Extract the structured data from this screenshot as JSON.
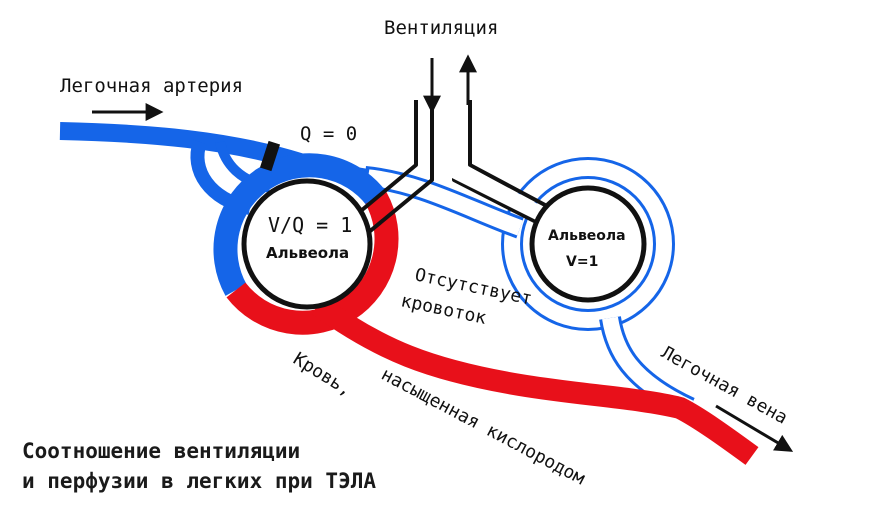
{
  "colors": {
    "artery_blue": "#1565e8",
    "oxygenated_red": "#e8101a",
    "outline": "#111111",
    "background": "#ffffff"
  },
  "labels": {
    "ventilation": "Вентиляция",
    "pulmonary_artery": "Легочная артерия",
    "q_zero": "Q = 0",
    "vq_one": "V/Q = 1",
    "alveola_left": "Альвеола",
    "alveola_right": "Альвеола",
    "v_one": "V=1",
    "no_bloodflow_1": "Отсутствует",
    "no_bloodflow_2": "кровоток",
    "pulmonary_vein": "Легочная вена",
    "oxygenated_blood_1": "Кровь,",
    "oxygenated_blood_2": "насыщенная кислородом"
  },
  "caption": {
    "line1": "Соотношение вентиляции",
    "line2": "и перфузии в легких при ТЭЛА"
  }
}
